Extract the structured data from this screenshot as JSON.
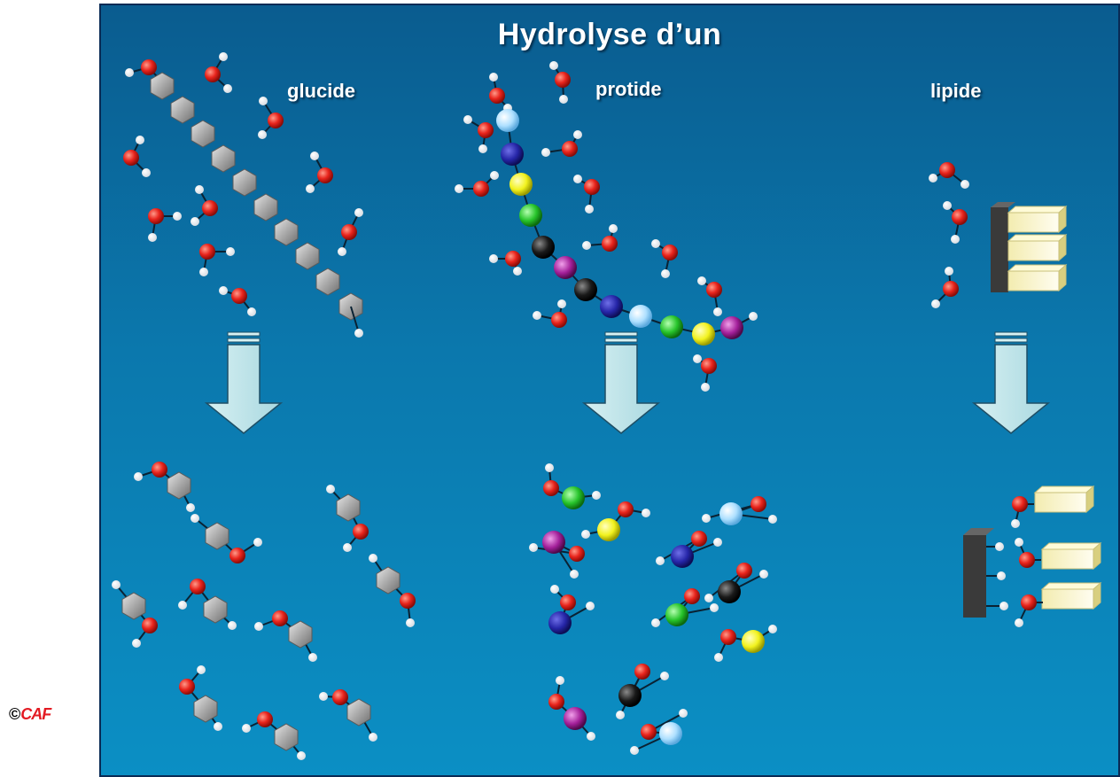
{
  "title": "Hydrolyse d’un",
  "labels": {
    "glucide": "glucide",
    "protide": "protide",
    "lipide": "lipide"
  },
  "credit": {
    "symbol": "©",
    "brand": "CAF"
  },
  "colors": {
    "background_top": "#0a5c8f",
    "background_bottom": "#0b8fc4",
    "oxygen": "#e8241c",
    "hydrogen": "#ffffff",
    "sugar_unit": "#a9a9a9",
    "arrow": "#bfe4ea",
    "amino_acids": [
      "#bfe7ff",
      "#2626a8",
      "#f2f21e",
      "#27c42b",
      "#1a1a1a",
      "#a4209a"
    ],
    "fatty_acid": "#f5f0b4",
    "glycerol": "#444444"
  }
}
